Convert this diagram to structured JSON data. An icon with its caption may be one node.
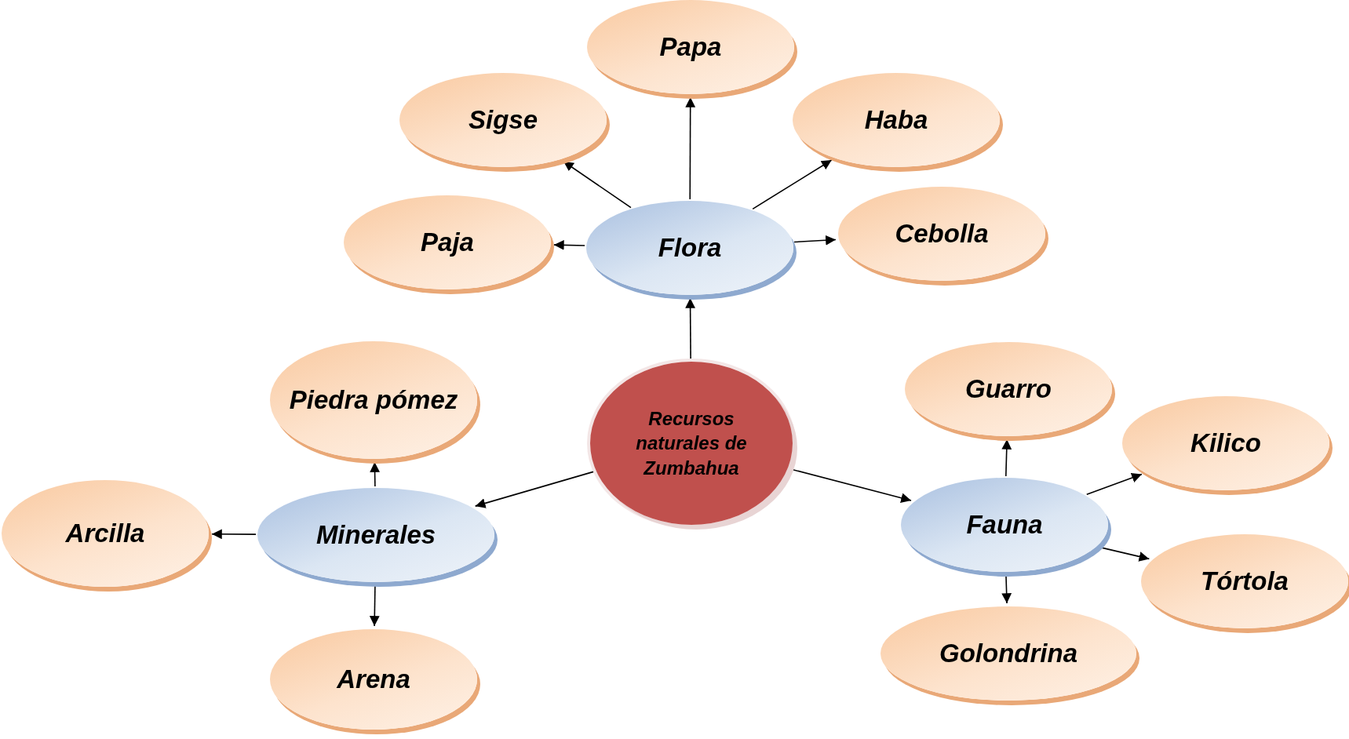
{
  "diagram": {
    "nodes": [
      {
        "text": [
          "Recursos naturales de Zumbahua"
        ]
      },
      {
        "text": [
          "Flora"
        ]
      },
      {
        "text": [
          "Papa"
        ]
      },
      {
        "text": [
          "Sigse"
        ]
      },
      {
        "text": [
          "Haba"
        ]
      },
      {
        "text": [
          "Paja"
        ]
      },
      {
        "text": [
          "Cebolla"
        ]
      },
      {
        "text": [
          "Minerales"
        ]
      },
      {
        "text": [
          "Piedra pómez"
        ]
      },
      {
        "text": [
          "Arcilla"
        ]
      },
      {
        "text": [
          "Arena"
        ]
      },
      {
        "text": [
          "Fauna"
        ]
      },
      {
        "text": [
          "Guarro"
        ]
      },
      {
        "text": [
          "Kilico"
        ]
      },
      {
        "text": [
          "Tórtola"
        ]
      },
      {
        "text": [
          "Golondrina"
        ]
      }
    ],
    "edges": [
      {
        "from": 0,
        "to": 1,
        "arrow": "to"
      },
      {
        "from": 1,
        "to": 2,
        "arrow": "to"
      },
      {
        "from": 1,
        "to": 3,
        "arrow": "to"
      },
      {
        "from": 1,
        "to": 4,
        "arrow": "to"
      },
      {
        "from": 1,
        "to": 5,
        "arrow": "to"
      },
      {
        "from": 1,
        "to": 6,
        "arrow": "to"
      },
      {
        "from": 0,
        "to": 7,
        "arrow": "to"
      },
      {
        "from": 7,
        "to": 8,
        "arrow": "to"
      },
      {
        "from": 7,
        "to": 9,
        "arrow": "to"
      },
      {
        "from": 7,
        "to": 10,
        "arrow": "to"
      },
      {
        "from": 0,
        "to": 11,
        "arrow": "to"
      },
      {
        "from": 11,
        "to": 12,
        "arrow": "to"
      },
      {
        "from": 11,
        "to": 13,
        "arrow": "to"
      },
      {
        "from": 11,
        "to": 14,
        "arrow": "to"
      },
      {
        "from": 11,
        "to": 15,
        "arrow": "to"
      }
    ]
  }
}
